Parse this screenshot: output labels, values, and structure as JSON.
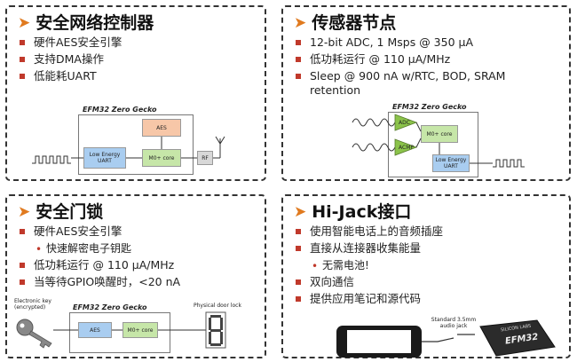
{
  "panels": [
    {
      "title": "安全网络控制器",
      "bullets": [
        "硬件AES安全引擎",
        "支持DMA操作",
        "低能耗UART"
      ],
      "diagram": {
        "title": "EFM32 Zero Gecko",
        "blocks": {
          "aes": "AES",
          "uart": "Low Energy UART",
          "core": "M0+ core",
          "rf": "RF"
        }
      }
    },
    {
      "title": "传感器节点",
      "bullets": [
        "12-bit ADC, 1 Msps @ 350 μA",
        "低功耗运行 @ 110 μA/MHz",
        "Sleep @ 900 nA w/RTC, BOD, SRAM retention"
      ],
      "diagram": {
        "title": "EFM32 Zero Gecko",
        "blocks": {
          "adc": "ADC",
          "acmp": "ACMP",
          "core": "M0+ core",
          "uart": "Low Energy UART"
        }
      }
    },
    {
      "title": "安全门锁",
      "bullets": [
        "硬件AES安全引擎",
        "快速解密电子钥匙",
        "低功耗运行 @ 110 μA/MHz",
        "当等待GPIO唤醒时，<20 nA"
      ],
      "diagram": {
        "title": "EFM32 Zero Gecko",
        "key_label": "Electronic key (encrypted)",
        "lock_label": "Physical door lock",
        "blocks": {
          "aes": "AES",
          "core": "M0+ core"
        }
      }
    },
    {
      "title": "Hi-Jack接口",
      "bullets": [
        "使用智能电话上的音频插座",
        "直接从连接器收集能量",
        "无需电池!",
        "双向通信",
        "提供应用笔记和源代码"
      ],
      "diagram": {
        "jack_label": "Standard 3.5mm audio jack",
        "chip_brand": "SILICON LABS",
        "chip_text": "EFM32"
      }
    }
  ],
  "colors": {
    "bullet": "#c0392b",
    "arrow": "#e07a1f",
    "block_blue": "#a9cdf0",
    "block_green": "#c6e6a8",
    "block_peach": "#f7c7a8"
  }
}
